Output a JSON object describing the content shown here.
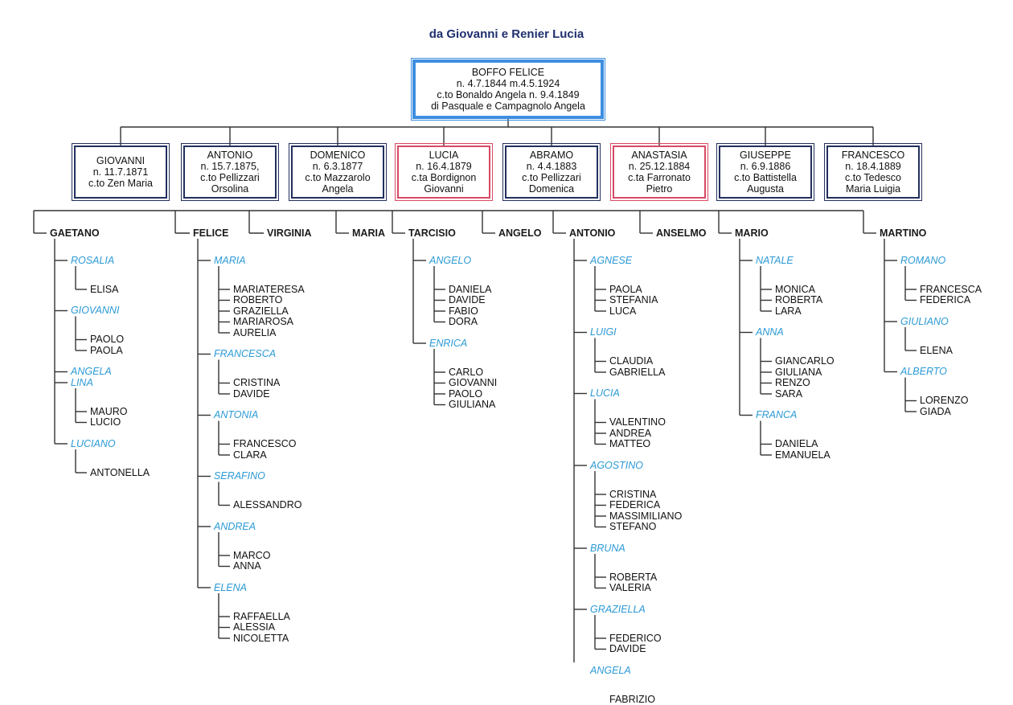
{
  "title": "da Giovanni e Renier Lucia",
  "root": {
    "lines": [
      "BOFFO  FELICE",
      "n. 4.7.1844  m.4.5.1924",
      "c.to Bonaldo Angela n. 9.4.1849",
      "di Pasquale e Campagnolo Angela"
    ]
  },
  "children": [
    {
      "lines": [
        "GIOVANNI",
        "n. 11.7.1871",
        "c.to Zen Maria"
      ],
      "color": "blue"
    },
    {
      "lines": [
        "ANTONIO",
        "n. 15.7.1875,",
        "c.to Pellizzari",
        "Orsolina"
      ],
      "color": "blue"
    },
    {
      "lines": [
        "DOMENICO",
        "n. 6.3.1877",
        "c.to Mazzarolo",
        "Angela"
      ],
      "color": "blue"
    },
    {
      "lines": [
        "LUCIA",
        "n. 16.4.1879",
        "c.ta Bordignon",
        "Giovanni"
      ],
      "color": "red"
    },
    {
      "lines": [
        "ABRAMO",
        "n. 4.4.1883",
        "c.to Pellizzari",
        "Domenica"
      ],
      "color": "blue"
    },
    {
      "lines": [
        "ANASTASIA",
        "n. 25.12.1884",
        "c.ta Farronato",
        "Pietro"
      ],
      "color": "red"
    },
    {
      "lines": [
        "GIUSEPPE",
        "n. 6.9.1886",
        "c.to Battistella",
        "Augusta"
      ],
      "color": "blue"
    },
    {
      "lines": [
        "FRANCESCO",
        "n. 18.4.1889",
        "c.to Tedesco",
        "Maria Luigia"
      ],
      "color": "blue"
    }
  ],
  "grandchildren": [
    {
      "name": "GAETANO",
      "children": [
        {
          "name": "ROSALIA",
          "children": [
            "ELISA"
          ]
        },
        {
          "name": "GIOVANNI",
          "children": [
            "PAOLO",
            "PAOLA"
          ]
        },
        {
          "name": "ANGELA",
          "children": []
        },
        {
          "name": "LINA",
          "children": [
            "MAURO",
            "LUCIO"
          ]
        },
        {
          "name": "LUCIANO",
          "children": [
            "ANTONELLA"
          ]
        }
      ]
    },
    {
      "name": "FELICE",
      "children": [
        {
          "name": "MARIA",
          "children": [
            "MARIATERESA",
            "ROBERTO",
            "GRAZIELLA",
            "MARIAROSA",
            "AURELIA"
          ]
        },
        {
          "name": "FRANCESCA",
          "children": [
            "CRISTINA",
            "DAVIDE"
          ]
        },
        {
          "name": "ANTONIA",
          "children": [
            "FRANCESCO",
            "CLARA"
          ]
        },
        {
          "name": "SERAFINO",
          "children": [
            "ALESSANDRO"
          ]
        },
        {
          "name": "ANDREA",
          "children": [
            "MARCO",
            "ANNA"
          ]
        },
        {
          "name": "ELENA",
          "children": [
            "RAFFAELLA",
            "ALESSIA",
            "NICOLETTA"
          ]
        }
      ]
    },
    {
      "name": "VIRGINIA",
      "children": []
    },
    {
      "name": "MARIA",
      "children": []
    },
    {
      "name": "TARCISIO",
      "children": [
        {
          "name": "ANGELO",
          "children": [
            "DANIELA",
            "DAVIDE",
            "FABIO",
            "DORA"
          ]
        },
        {
          "name": "ENRICA",
          "children": [
            "CARLO",
            "GIOVANNI",
            "PAOLO",
            "GIULIANA"
          ]
        }
      ]
    },
    {
      "name": "ANGELO",
      "children": []
    },
    {
      "name": "ANTONIO",
      "children": [
        {
          "name": "AGNESE",
          "children": [
            "PAOLA",
            "STEFANIA",
            "LUCA"
          ]
        },
        {
          "name": "LUIGI",
          "children": [
            "CLAUDIA",
            "GABRIELLA"
          ]
        },
        {
          "name": "LUCIA",
          "children": [
            "VALENTINO",
            "ANDREA",
            "MATTEO"
          ]
        },
        {
          "name": "AGOSTINO",
          "children": [
            "CRISTINA",
            "FEDERICA",
            "MASSIMILIANO",
            "STEFANO"
          ]
        },
        {
          "name": "BRUNA",
          "children": [
            "ROBERTA",
            "VALERIA"
          ]
        },
        {
          "name": "GRAZIELLA",
          "children": [
            "FEDERICO",
            "DAVIDE"
          ]
        },
        {
          "name": "ANGELA",
          "children": [
            "FABRIZIO"
          ]
        }
      ]
    },
    {
      "name": "ANSELMO",
      "children": []
    },
    {
      "name": "MARIO",
      "children": [
        {
          "name": "NATALE",
          "children": [
            "MONICA",
            "ROBERTA",
            "LARA"
          ]
        },
        {
          "name": "ANNA",
          "children": [
            "GIANCARLO",
            "GIULIANA",
            "RENZO",
            "SARA"
          ]
        },
        {
          "name": "FRANCA",
          "children": [
            "DANIELA",
            "EMANUELA"
          ]
        }
      ]
    },
    {
      "name": "MARTINO",
      "children": [
        {
          "name": "ROMANO",
          "children": [
            "FRANCESCA",
            "FEDERICA"
          ]
        },
        {
          "name": "GIULIANO",
          "children": [
            "ELENA"
          ]
        },
        {
          "name": "ALBERTO",
          "children": [
            "LORENZO",
            "GIADA"
          ]
        }
      ]
    }
  ],
  "colors": {
    "root_border": "#3d8ee0",
    "child_border": "#23305e",
    "daughter_border": "#d94a63",
    "great_grandchild_text": "#2c9ad6",
    "title": "#1f2f6e",
    "line": "#333333"
  }
}
